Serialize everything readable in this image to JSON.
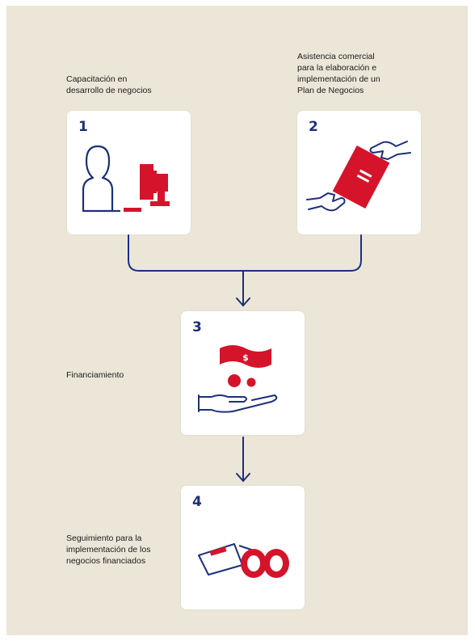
{
  "colors": {
    "background": "#ebe6d8",
    "card": "#ffffff",
    "navy": "#1e2f7a",
    "red": "#d5142b"
  },
  "steps": [
    {
      "number": "1",
      "label": "Capacitación en\ndesarrollo de negocios",
      "icon": "person-computer-icon"
    },
    {
      "number": "2",
      "label": "Asistencia comercial\npara la elaboración e\nimplementación de un\nPlan de Negocios",
      "icon": "document-handover-icon"
    },
    {
      "number": "3",
      "label": "Financiamiento",
      "icon": "money-hand-icon"
    },
    {
      "number": "4",
      "label": "Seguimiento para la\nimplementación de los\nnegocios financiados",
      "icon": "binoculars-icon"
    }
  ]
}
